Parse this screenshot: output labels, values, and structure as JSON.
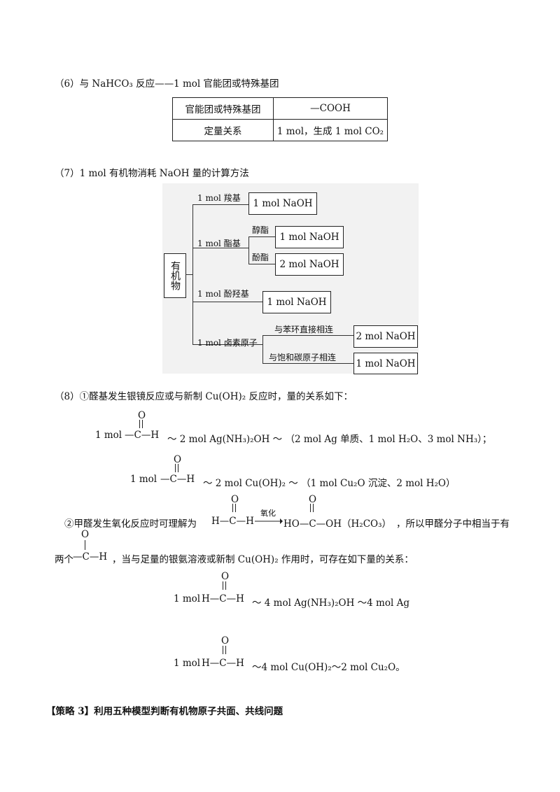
{
  "section6": {
    "title": "（6）与 NaHCO₃ 反应——1  mol 官能团或特殊基团",
    "table": {
      "rows": [
        [
          "官能团或特殊基团",
          "—COOH"
        ],
        [
          "定量关系",
          "1 mol，生成 1  mol CO₂"
        ]
      ]
    }
  },
  "section7": {
    "title": "（7）1 mol 有机物消耗 NaOH 量的计算方法",
    "diagram": {
      "root": "有机物",
      "branches": [
        {
          "label": "1 mol 羧基",
          "result": "1 mol NaOH"
        },
        {
          "label": "1 mol 酯基",
          "sub": [
            {
              "label": "醇酯",
              "result": "1 mol NaOH"
            },
            {
              "label": "酚酯",
              "result": "2 mol NaOH"
            }
          ]
        },
        {
          "label": "1 mol 酚羟基",
          "result": "1 mol NaOH"
        },
        {
          "label": "1 mol 卤素原子",
          "sub": [
            {
              "label": "与苯环直接相连",
              "result": "2 mol NaOH"
            },
            {
              "label": "与饱和碳原子相连",
              "result": "1 mol NaOH"
            }
          ]
        }
      ]
    }
  },
  "section8": {
    "intro": "（8）①醛基发生银镜反应或与新制 Cu(OH)₂ 反应时，量的关系如下：",
    "eq1": {
      "prefix": "1 mol",
      "group": "—C—H",
      "o": "O",
      "rest": "～ 2 mol Ag(NH₃)₂OH ～ （2 mol Ag 单质、1 mol H₂O、3 mol NH₃）；"
    },
    "eq2": {
      "prefix": "1 mol",
      "group": "—C—H",
      "o": "O",
      "rest": "～ 2 mol Cu(OH)₂ ～ （1 mol Cu₂O 沉淀、2 mol H₂O）"
    },
    "formaldehyde": {
      "lead": "②甲醛发生氧化反应时可理解为",
      "left": "H—C—H",
      "arrow_label": "氧化",
      "right": "HO—C—OH（H₂CO₃）",
      "tail": "，所以甲醛分子中相当于有",
      "line2_a": "两个",
      "line2_group": "—C—H",
      "line2_b": "，当与足量的银氨溶液或新制 Cu(OH)₂ 作用时，可存在如下量的关系："
    },
    "eq3": {
      "prefix": "1 mol",
      "group": "H—C—H",
      "o": "O",
      "rest": "～ 4 mol Ag(NH₃)₂OH ～4  mol Ag"
    },
    "eq4": {
      "prefix": "1 mol",
      "group": "H—C—H",
      "o": "O",
      "rest": "～4 mol Cu(OH)₂～2 mol Cu₂O。"
    }
  },
  "strategy3": "【策略 3】利用五种模型判断有机物原子共面、共线问题"
}
